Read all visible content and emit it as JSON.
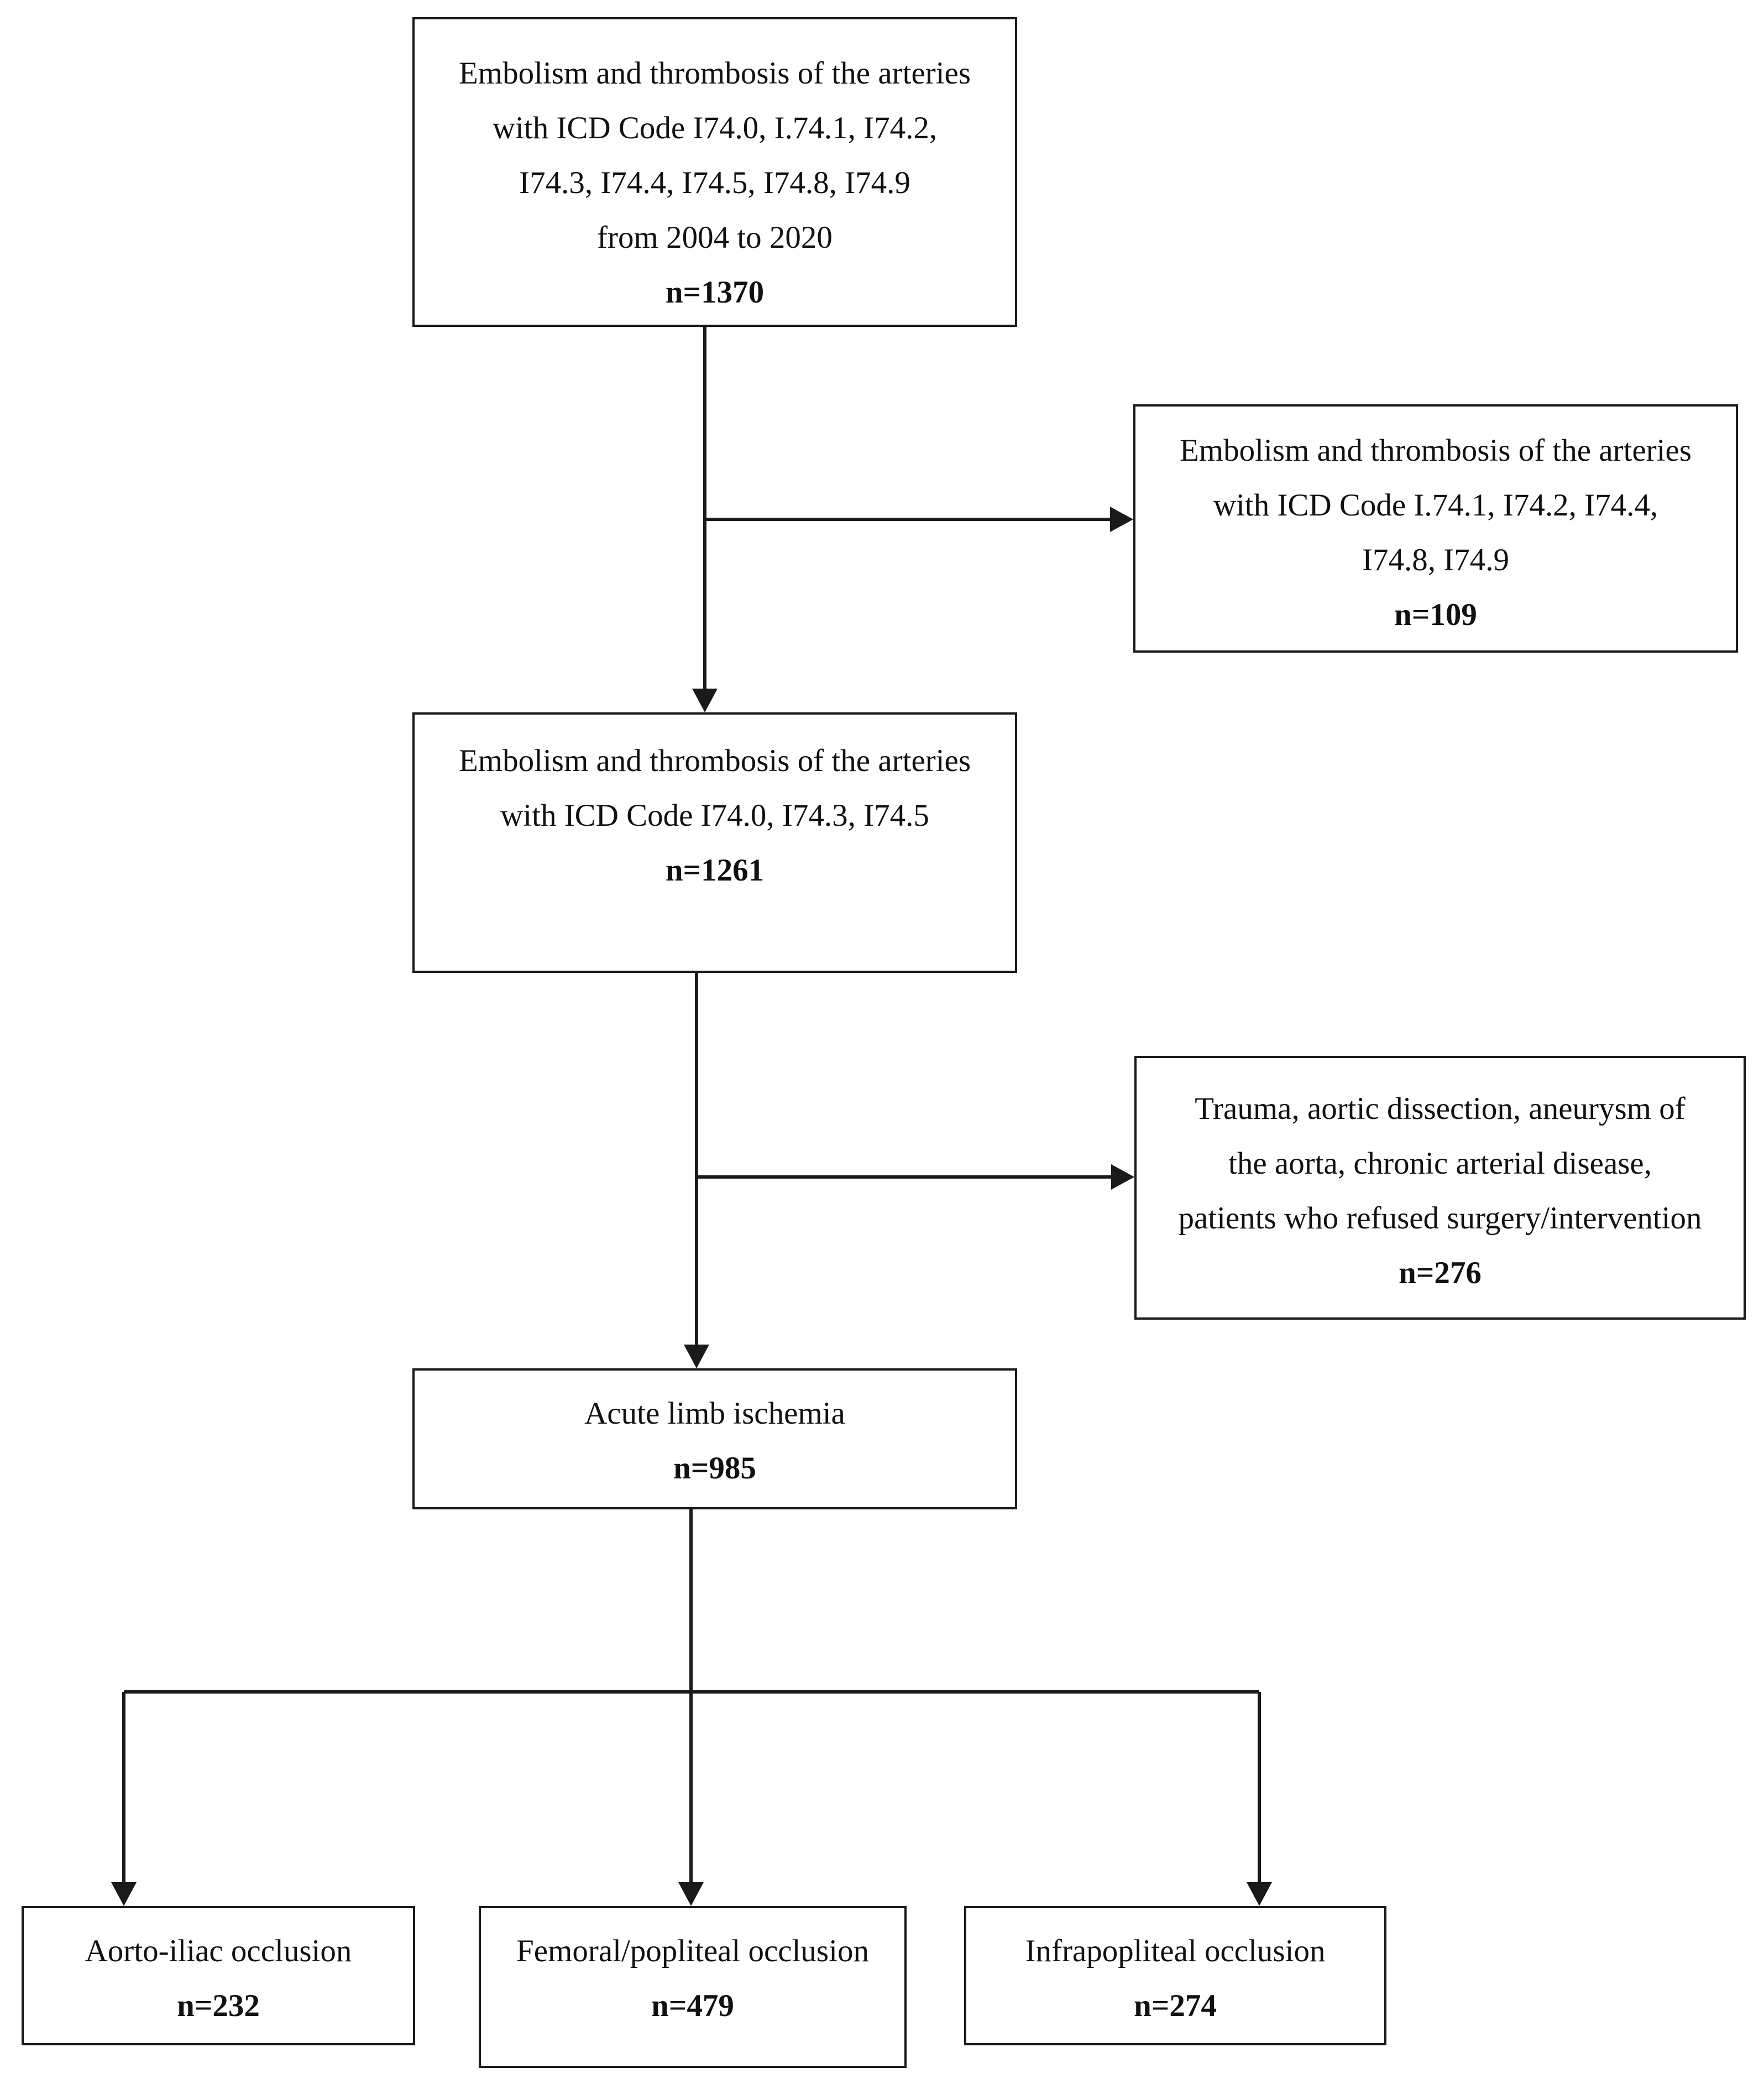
{
  "boxes": {
    "initial": {
      "lines": [
        "Embolism and thrombosis of the arteries",
        "with ICD Code I74.0, I.74.1, I74.2,",
        "I74.3, I74.4, I74.5, I74.8, I74.9",
        "from 2004 to 2020"
      ],
      "count": "n=1370"
    },
    "excluded_1": {
      "lines": [
        "Embolism and thrombosis of the arteries",
        "with ICD Code I.74.1, I74.2, I74.4,",
        "I74.8, I74.9"
      ],
      "count": "n=109"
    },
    "eligible": {
      "lines": [
        "Embolism and thrombosis of the arteries",
        "with ICD Code I74.0, I74.3, I74.5"
      ],
      "count": "n=1261"
    },
    "excluded_2": {
      "lines": [
        "Trauma, aortic dissection, aneurysm of",
        "the aorta, chronic arterial disease,",
        "patients who refused surgery/intervention"
      ],
      "count": "n=276"
    },
    "acute_limb_ischemia": {
      "lines": [
        "Acute limb ischemia"
      ],
      "count": "n=985"
    },
    "aorto_iliac": {
      "lines": [
        "Aorto-iliac occlusion"
      ],
      "count": "n=232"
    },
    "femoral_popliteal": {
      "lines": [
        "Femoral/popliteal occlusion"
      ],
      "count": "n=479"
    },
    "infrapopliteal": {
      "lines": [
        "Infrapopliteal occlusion"
      ],
      "count": "n=274"
    }
  },
  "colors": {
    "stroke": "#1a1a1a",
    "text": "#111111",
    "background": "#ffffff"
  }
}
